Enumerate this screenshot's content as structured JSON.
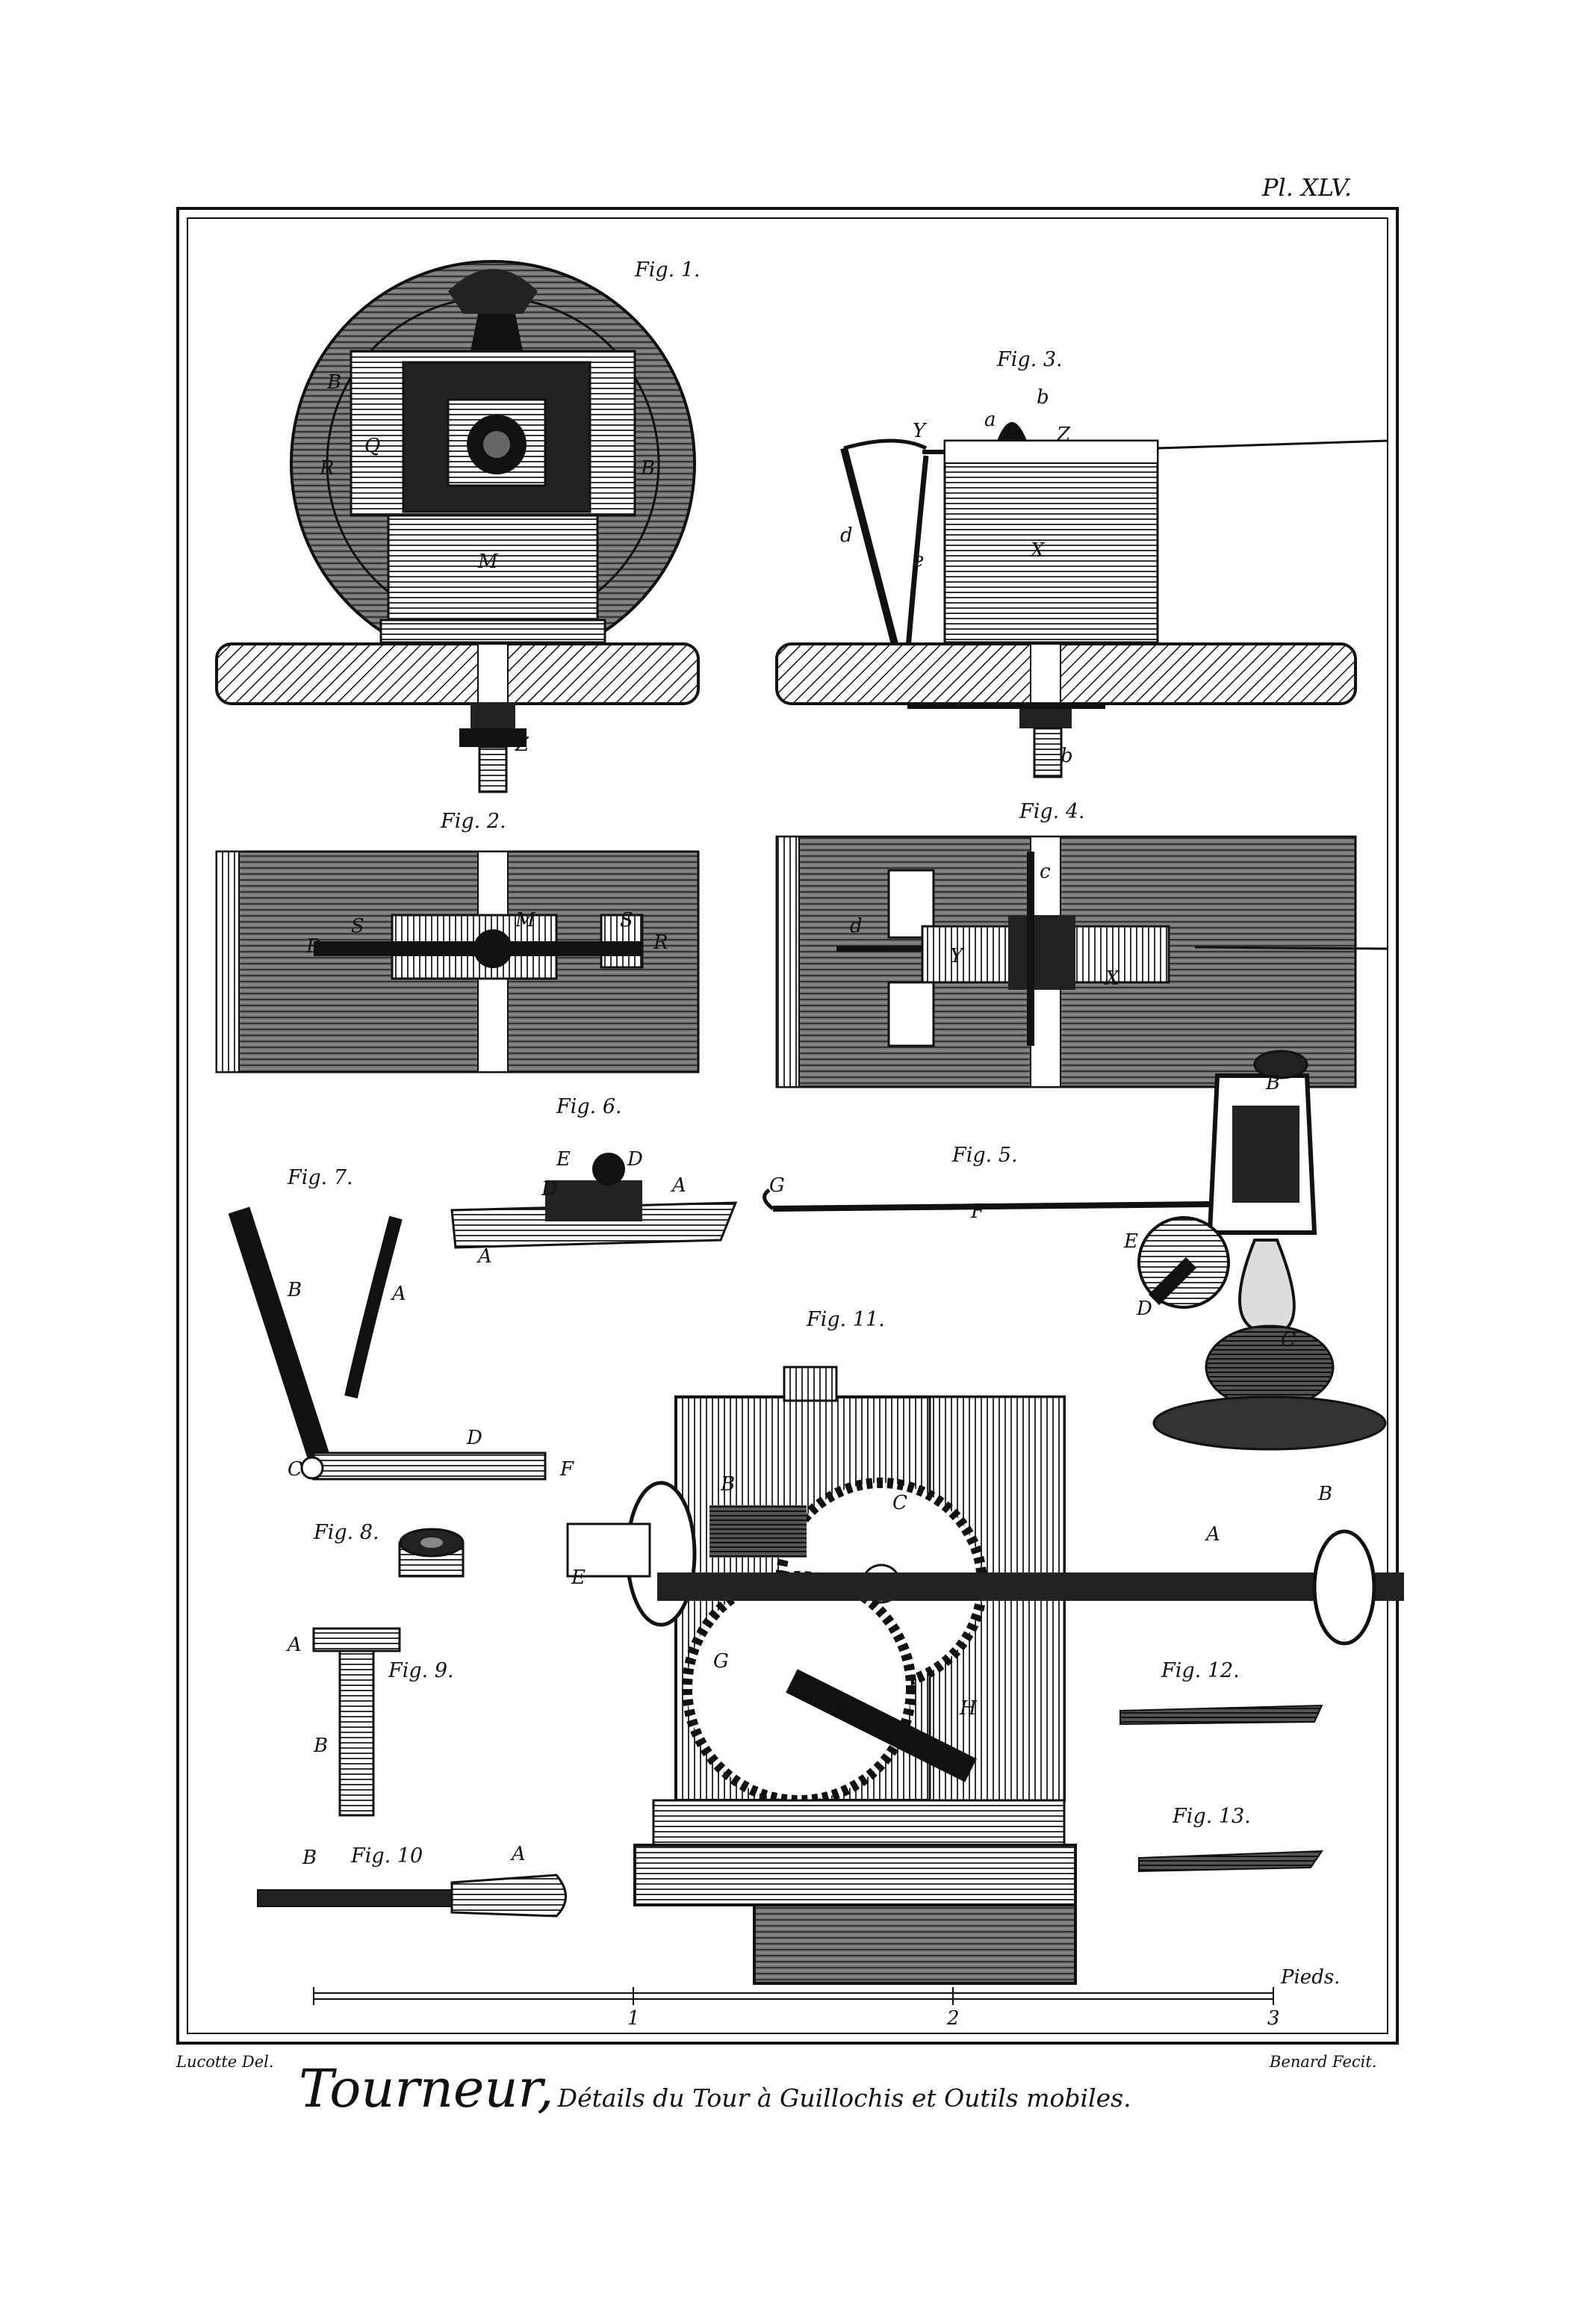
{
  "plate": {
    "number": "Pl. XLV.",
    "artist_credit": "Lucotte Del.",
    "engraver_credit": "Benard Fecit.",
    "title_main": "Tourneur,",
    "title_sub": "Détails du Tour à Guillochis et Outils mobiles."
  },
  "figures": [
    {
      "id": "fig1",
      "label": "Fig. 1."
    },
    {
      "id": "fig2",
      "label": "Fig. 2."
    },
    {
      "id": "fig3",
      "label": "Fig. 3."
    },
    {
      "id": "fig4",
      "label": "Fig. 4."
    },
    {
      "id": "fig5",
      "label": "Fig. 5."
    },
    {
      "id": "fig6",
      "label": "Fig. 6."
    },
    {
      "id": "fig7",
      "label": "Fig. 7."
    },
    {
      "id": "fig8",
      "label": "Fig. 8."
    },
    {
      "id": "fig9",
      "label": "Fig. 9."
    },
    {
      "id": "fig10",
      "label": "Fig. 10"
    },
    {
      "id": "fig11",
      "label": "Fig. 11."
    },
    {
      "id": "fig12",
      "label": "Fig. 12."
    },
    {
      "id": "fig13",
      "label": "Fig. 13."
    }
  ],
  "letters": {
    "fig1": [
      "B",
      "Q",
      "R",
      "B",
      "M",
      "Z"
    ],
    "fig2": [
      "R",
      "S",
      "M",
      "S",
      "R"
    ],
    "fig3": [
      "a",
      "b",
      "Y",
      "Z",
      "d",
      "e",
      "X",
      "b"
    ],
    "fig4": [
      "c",
      "d",
      "Y",
      "X"
    ],
    "fig5": [
      "B",
      "G",
      "F",
      "E",
      "D",
      "C"
    ],
    "fig6": [
      "E",
      "D",
      "D",
      "A",
      "A"
    ],
    "fig7": [
      "B",
      "A",
      "D",
      "C"
    ],
    "fig9": [
      "A",
      "B"
    ],
    "fig10": [
      "B",
      "A"
    ],
    "fig11": [
      "F",
      "E",
      "B",
      "C",
      "G",
      "A",
      "B",
      "D",
      "H"
    ]
  },
  "scale": {
    "unit_label": "Pieds.",
    "ticks": [
      "1",
      "2",
      "3"
    ]
  }
}
